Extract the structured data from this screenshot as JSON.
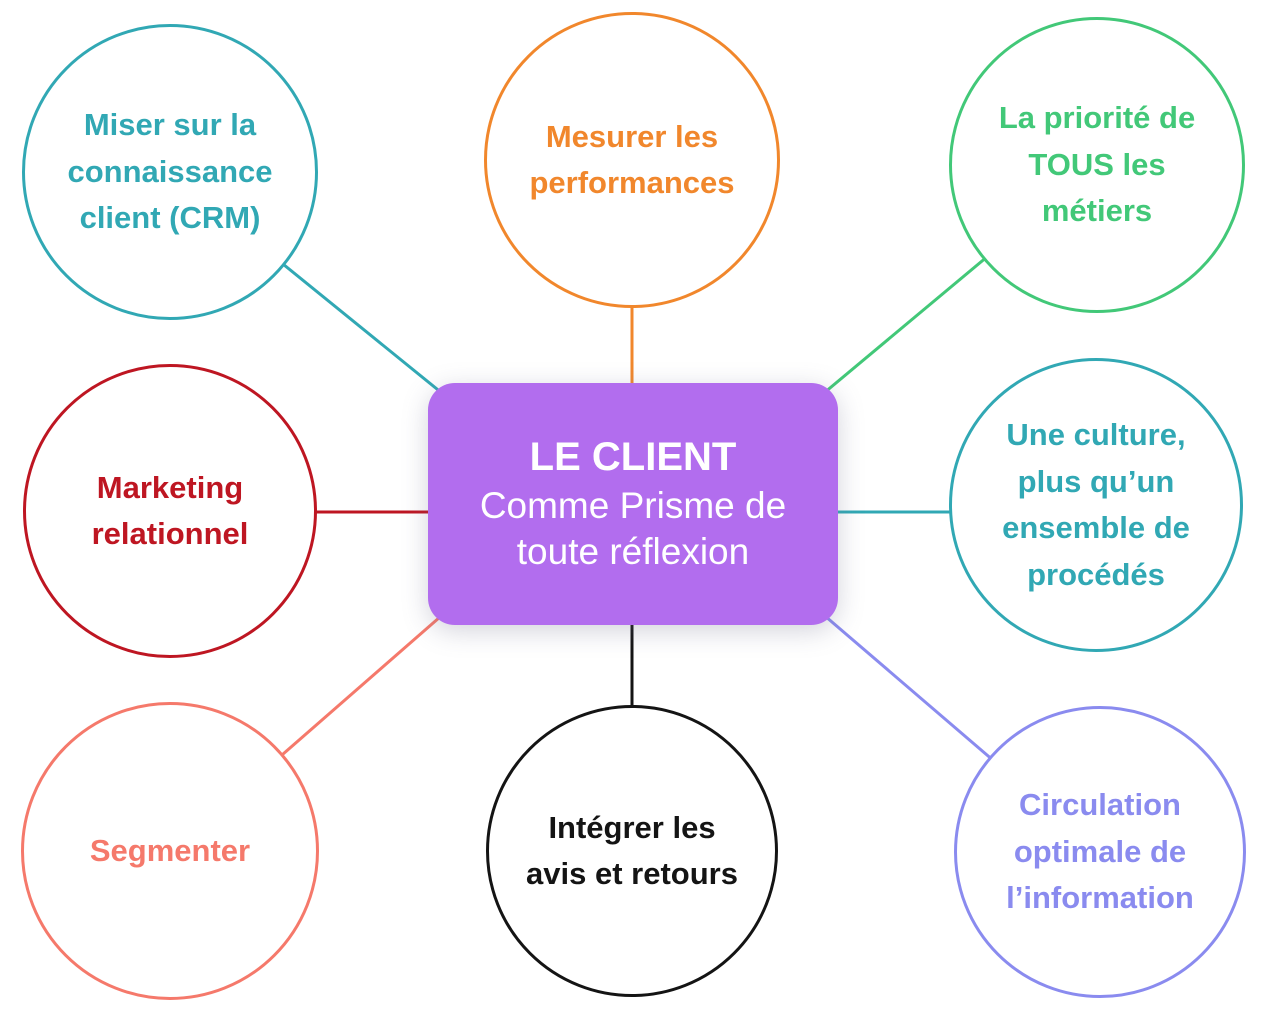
{
  "diagram": {
    "background_color": "#FFFFFF",
    "center": {
      "title": "LE CLIENT",
      "subtitle": "Comme Prisme de\ntoute réflexion",
      "fill_color": "#B26DEE",
      "text_color": "#FFFFFF"
    }
  },
  "nodes": [
    {
      "id": "connaissance-client",
      "label": "Miser sur la\nconnaissance\nclient (CRM)",
      "color": "#31A8B4"
    },
    {
      "id": "mesurer-performances",
      "label": "Mesurer les\nperformances",
      "color": "#F1872C"
    },
    {
      "id": "priorite-metiers",
      "label": "La priorité de\nTOUS les\nmétiers",
      "color": "#42C878"
    },
    {
      "id": "marketing-relationnel",
      "label": "Marketing\nrelationnel",
      "color": "#BE1622"
    },
    {
      "id": "une-culture",
      "label": "Une culture,\nplus qu’un\nensemble de\nprocédés",
      "color": "#31A8B4"
    },
    {
      "id": "segmenter",
      "label": "Segmenter",
      "color": "#F5796B"
    },
    {
      "id": "integrer-avis",
      "label": "Intégrer les\navis et retours",
      "color": "#141414"
    },
    {
      "id": "circulation-information",
      "label": "Circulation\noptimale de\nl’information",
      "color": "#8A8BEF"
    }
  ]
}
